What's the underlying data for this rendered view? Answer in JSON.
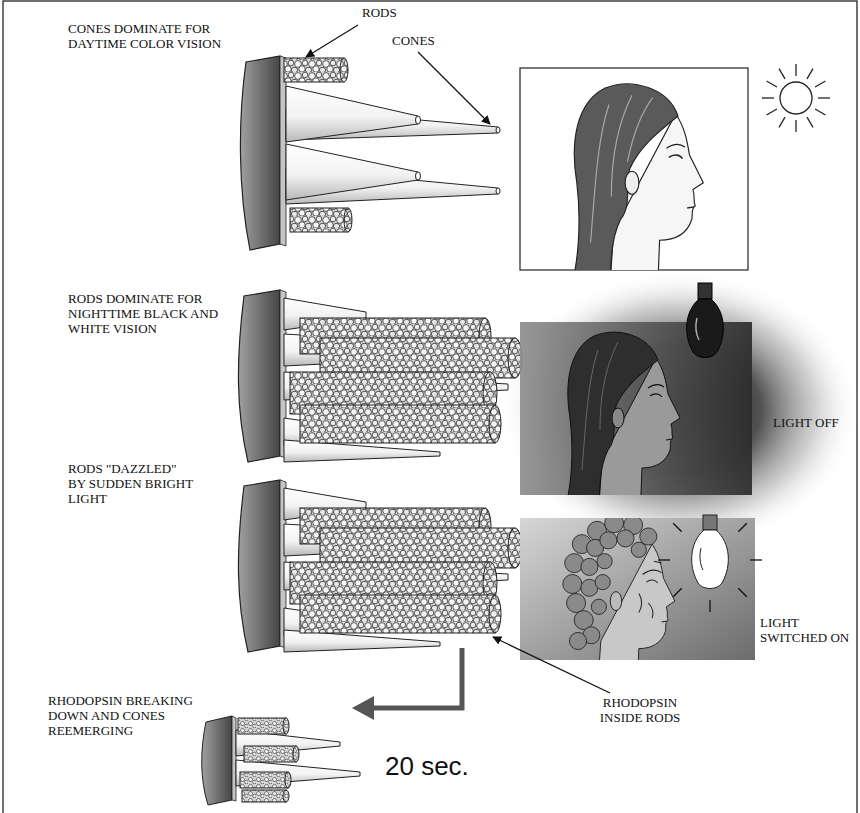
{
  "diagram": {
    "labels": [
      "CONES DOMINATE FOR DAYTIME COLOR VISION",
      "RODS",
      "CONES",
      "RODS DOMINATE FOR NIGHTTIME BLACK AND WHITE VISION",
      "LIGHT OFF",
      "RODS \"DAZZLED\" BY SUDDEN BRIGHT LIGHT",
      "LIGHT SWITCHED ON",
      "RHODOPSIN BREAKING DOWN AND CONES REEMERGING",
      "RHODOPSIN INSIDE RODS",
      "20 sec."
    ]
  }
}
